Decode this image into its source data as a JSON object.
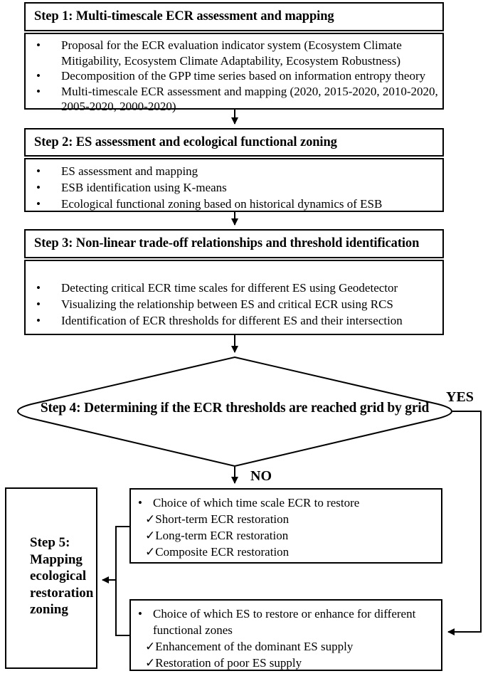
{
  "colors": {
    "ink": "#000000",
    "background": "#ffffff"
  },
  "step1": {
    "title": "Step 1: Multi-timescale ECR assessment and mapping",
    "bullets": [
      "Proposal for the ECR evaluation indicator system (Ecosystem Climate Mitigability, Ecosystem Climate Adaptability, Ecosystem Robustness)",
      "Decomposition of the GPP time series based on information entropy theory",
      "Multi-timescale ECR assessment and mapping (2020, 2015-2020, 2010-2020, 2005-2020, 2000-2020)"
    ]
  },
  "step2": {
    "title": "Step 2: ES assessment and ecological functional zoning",
    "bullets": [
      "ES assessment and mapping",
      "ESB identification using K-means",
      "Ecological functional zoning based on historical dynamics of ESB"
    ]
  },
  "step3": {
    "title": "Step 3: Non-linear trade-off relationships and threshold identification",
    "bullets": [
      "Detecting critical ECR time scales for different ES using Geodetector",
      "Visualizing the relationship between ES and critical ECR using RCS",
      "Identification of ECR thresholds for different ES and their intersection"
    ]
  },
  "step4": {
    "label": "Step 4: Determining if the ECR thresholds are reached grid by grid",
    "yes_label": "YES",
    "no_label": "NO"
  },
  "restore_time_box": {
    "bullet": "Choice of which time scale ECR to restore",
    "checks": [
      "✓Short-term ECR restoration",
      "✓Long-term  ECR restoration",
      "✓Composite ECR restoration"
    ]
  },
  "restore_es_box": {
    "bullet": "Choice of which ES to restore or enhance for different functional zones",
    "checks": [
      "✓Enhancement of the dominant ES supply",
      "✓Restoration of poor ES supply"
    ]
  },
  "step5": {
    "lines": [
      "Step 5:",
      "Mapping",
      "ecological",
      "restoration",
      "zoning"
    ]
  }
}
